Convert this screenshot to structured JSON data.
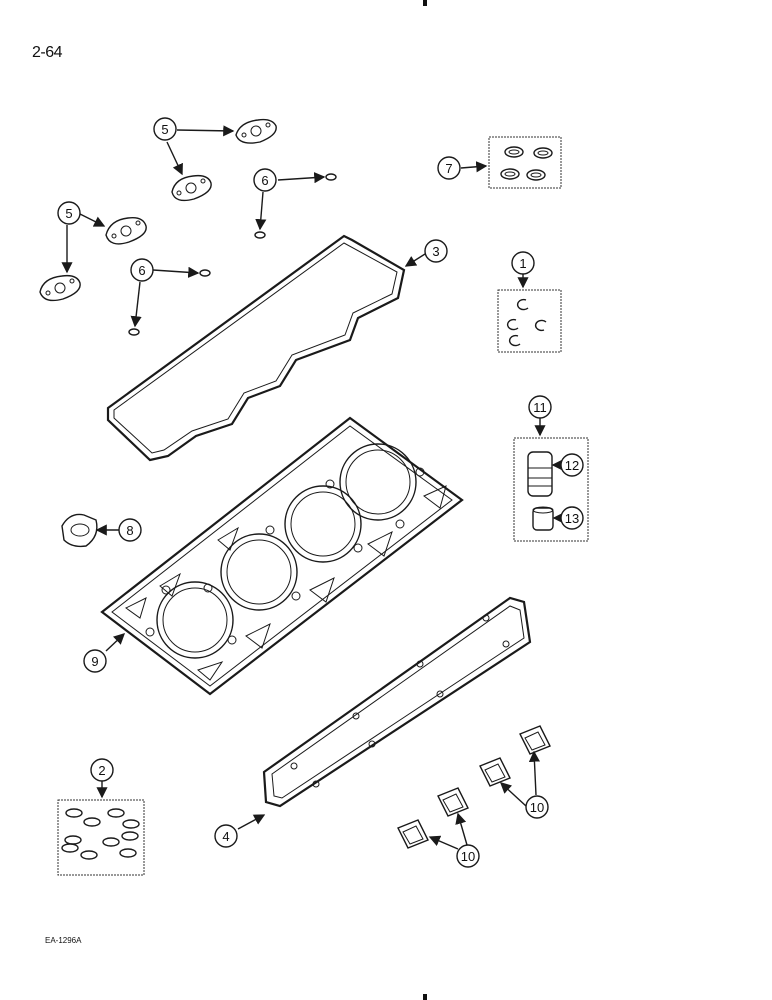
{
  "page": {
    "number": "2-64",
    "figure_code": "EA-1296A"
  },
  "callouts": {
    "c1": "1",
    "c2": "2",
    "c3": "3",
    "c4": "4",
    "c5": "5",
    "c6": "6",
    "c7": "7",
    "c8": "8",
    "c9": "9",
    "c10": "10",
    "c11": "11",
    "c12": "12",
    "c13": "13"
  }
}
